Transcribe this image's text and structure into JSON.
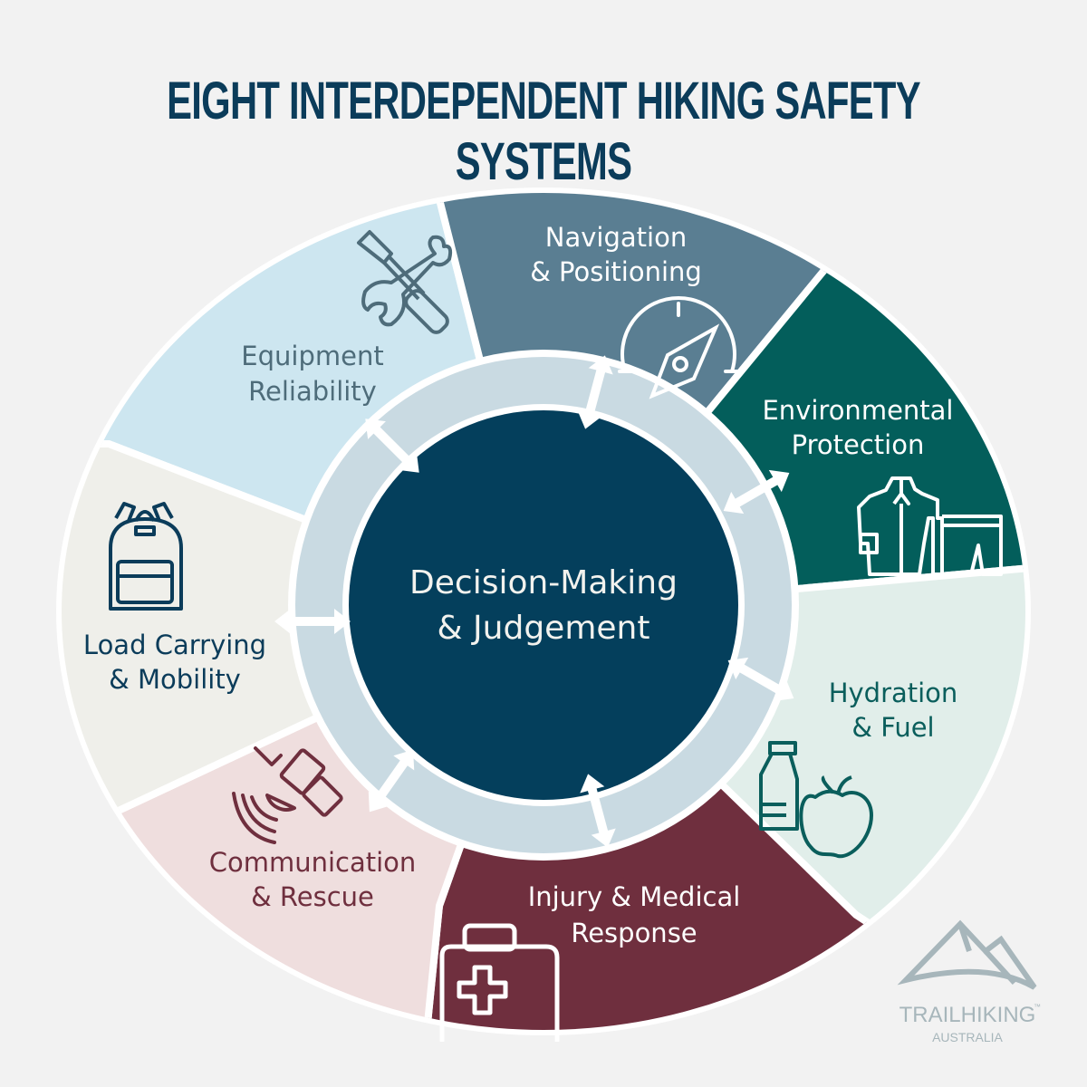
{
  "title": "EIGHT INTERDEPENDENT HIKING SAFETY SYSTEMS",
  "center": {
    "line1": "Decision-Making",
    "line2": "& Judgement",
    "color": "#043f5c"
  },
  "segments": [
    {
      "id": "navigation",
      "line1": "Navigation",
      "line2": "& Positioning",
      "icon": "compass-icon",
      "fill": "#5a7e92",
      "text_color": "#ffffff"
    },
    {
      "id": "environmental",
      "line1": "Environmental",
      "line2": "Protection",
      "icon": "clothing-icon",
      "fill": "#035e5b",
      "text_color": "#ffffff"
    },
    {
      "id": "hydration",
      "line1": "Hydration",
      "line2": "& Fuel",
      "icon": "bottle-apple-icon",
      "fill": "#e1eeea",
      "text_color": "#0a5e5c"
    },
    {
      "id": "injury",
      "line1": "Injury & Medical",
      "line2": "Response",
      "icon": "first-aid-kit-icon",
      "fill": "#6f2f3e",
      "text_color": "#ffffff"
    },
    {
      "id": "communication",
      "line1": "Communication",
      "line2": "& Rescue",
      "icon": "satellite-icon",
      "fill": "#efdede",
      "text_color": "#6f2f3e"
    },
    {
      "id": "load",
      "line1": "Load Carrying",
      "line2": "& Mobility",
      "icon": "backpack-icon",
      "fill": "#efefea",
      "text_color": "#0b3c5a"
    },
    {
      "id": "equipment",
      "line1": "Equipment",
      "line2": "Reliability",
      "icon": "tools-icon",
      "fill": "#cde6f0",
      "text_color": "#4e6c7a"
    }
  ],
  "ring_color": "#c9dae2",
  "logo": {
    "name": "TRAILHIKING",
    "tm": "™",
    "sub": "AUSTRALIA",
    "color": "#a7b6bb"
  }
}
